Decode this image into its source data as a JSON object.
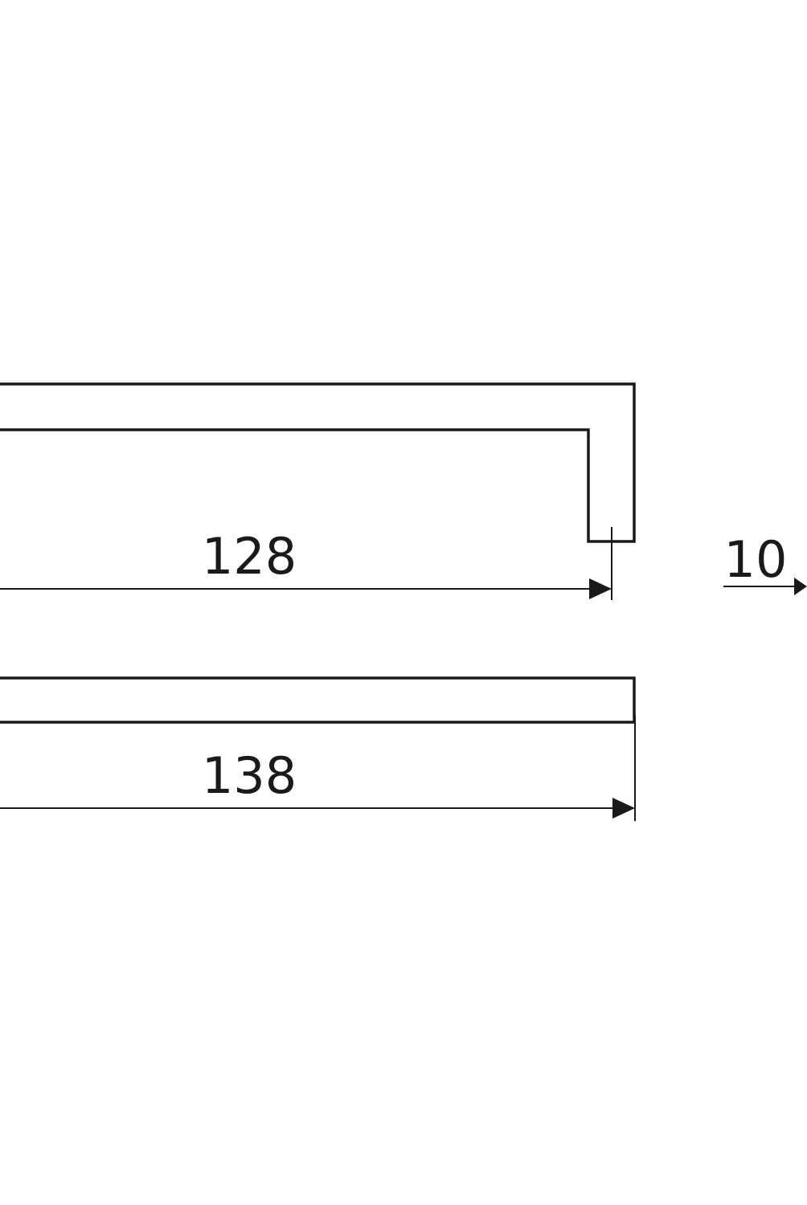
{
  "drawing": {
    "line_color": "#1a1a1a",
    "background": "#ffffff"
  },
  "dimensions": {
    "hole_spacing": "128",
    "overall_length": "138",
    "width": "10"
  }
}
